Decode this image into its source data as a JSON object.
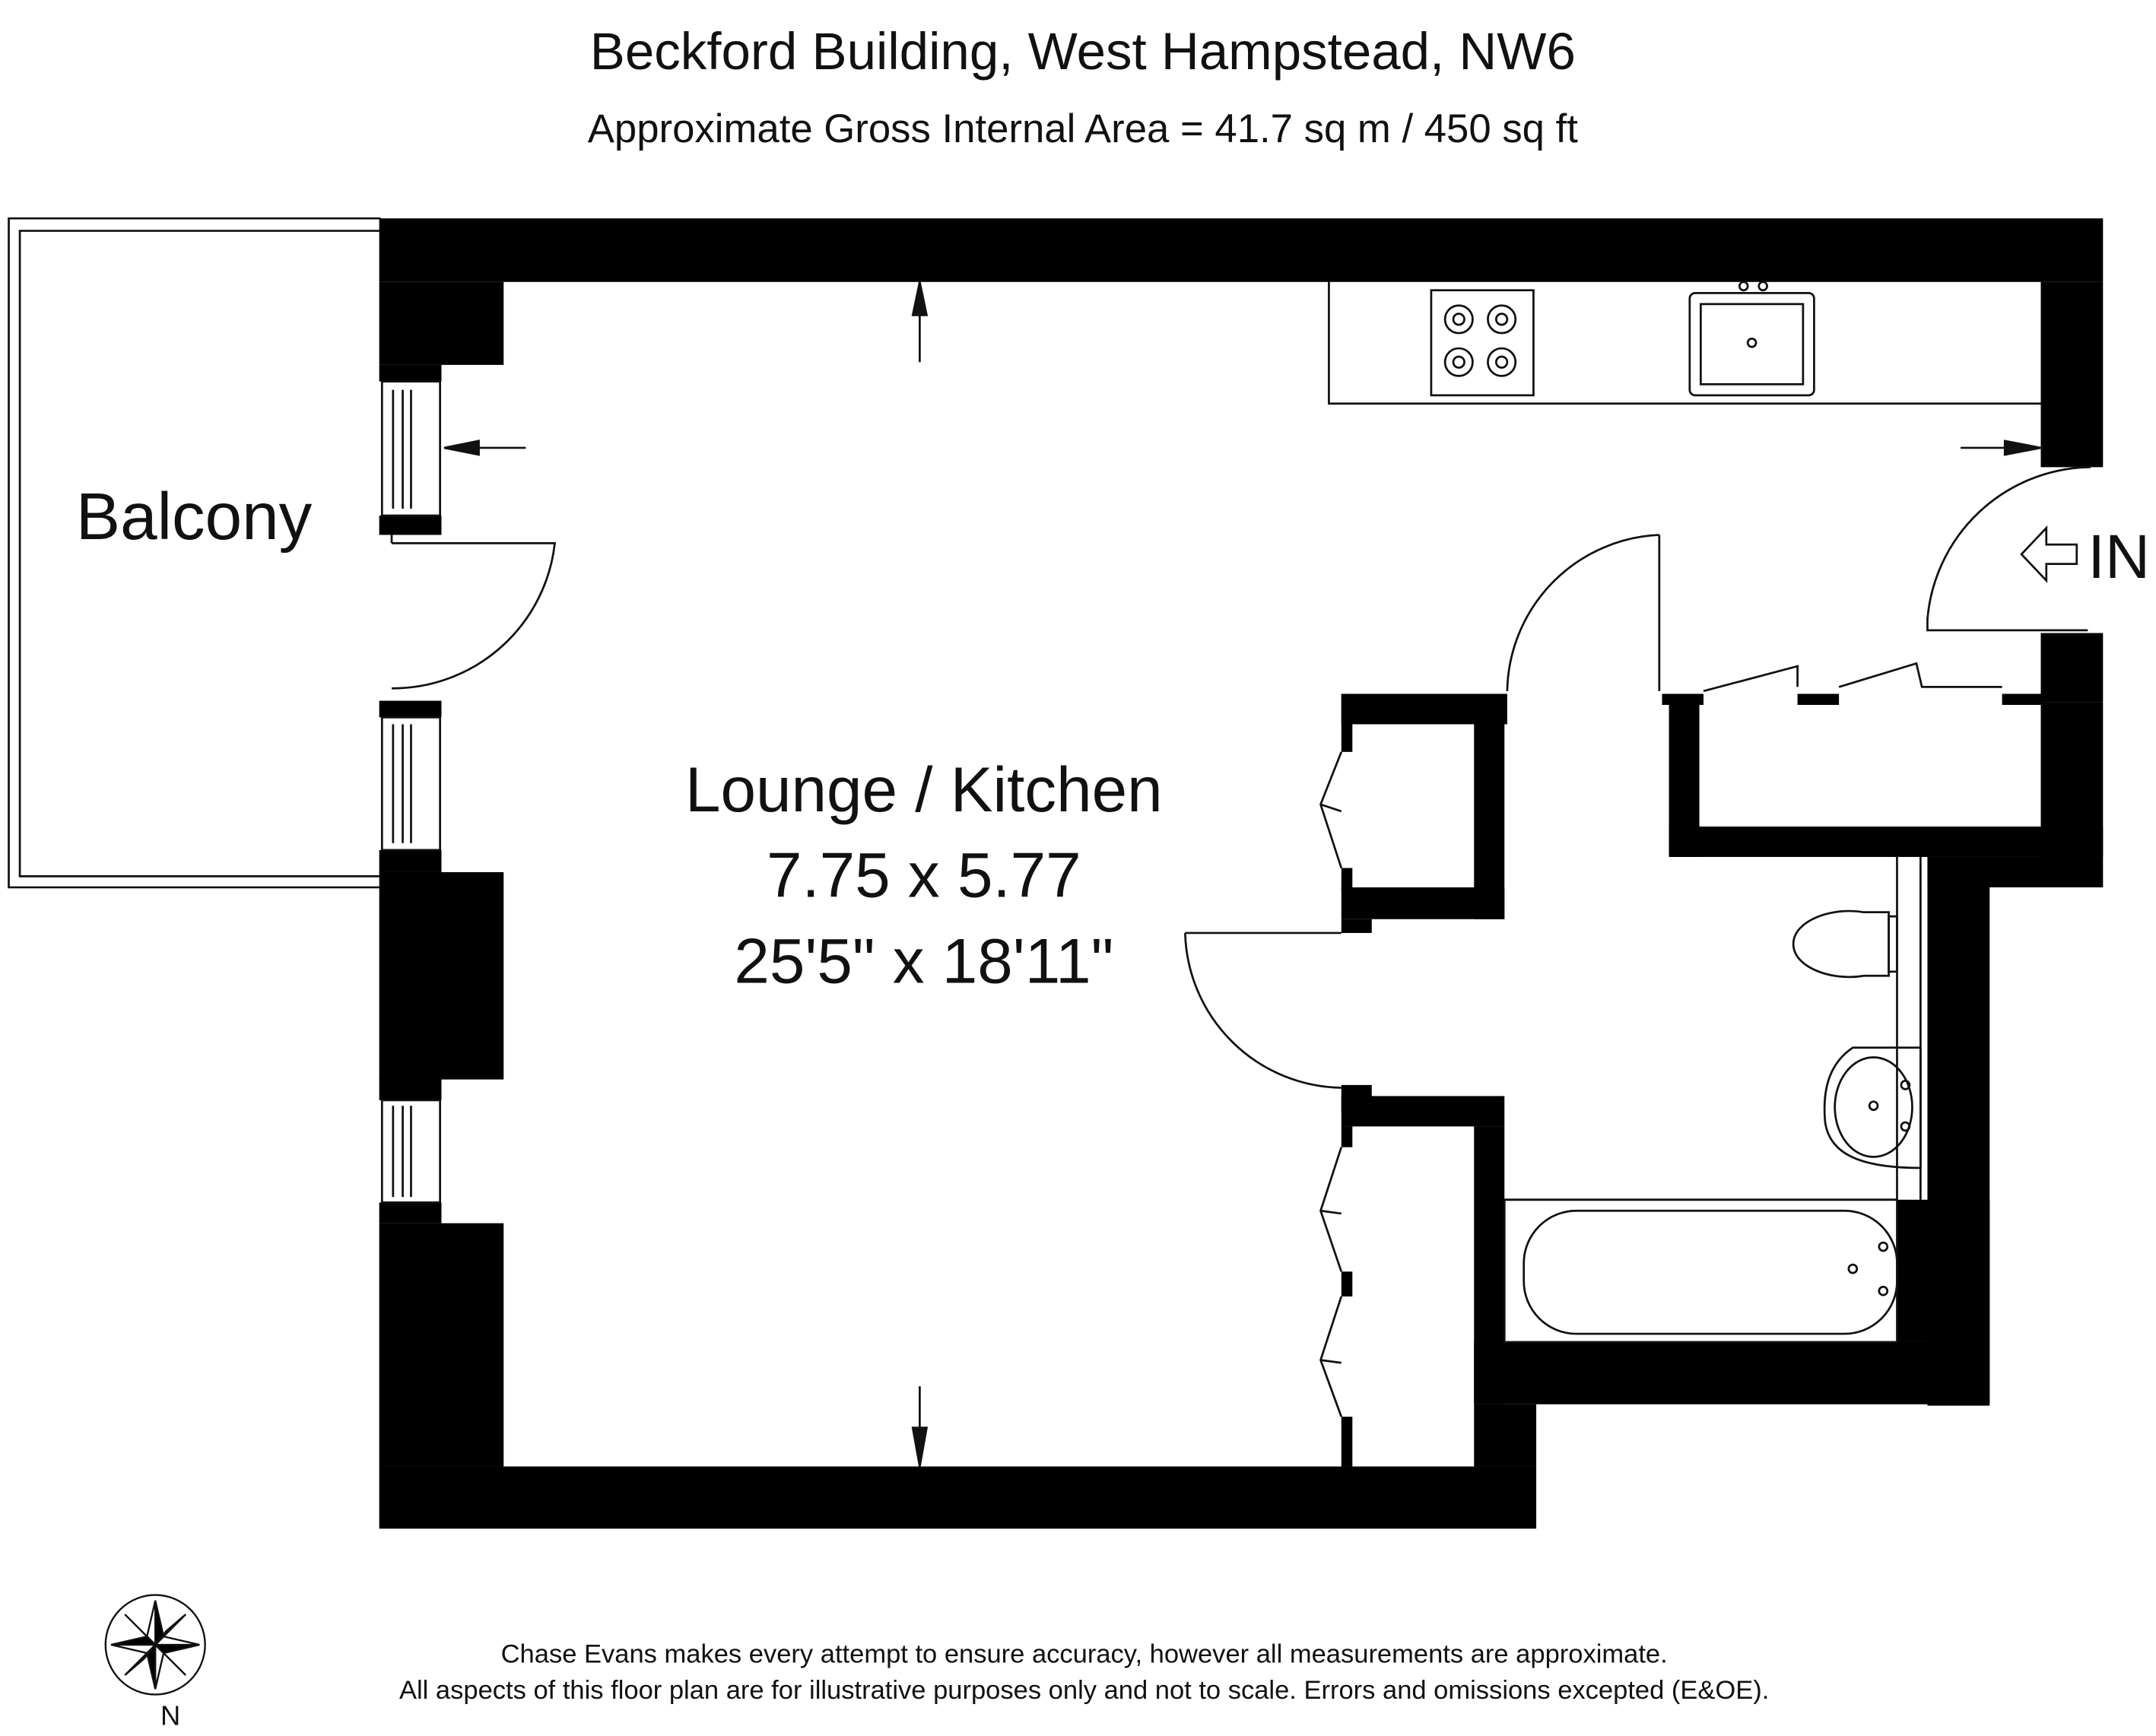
{
  "header": {
    "title": "Beckford Building, West Hampstead, NW6",
    "subtitle": "Approximate Gross Internal Area = 41.7 sq m / 450 sq ft"
  },
  "rooms": {
    "balcony": {
      "label": "Balcony"
    },
    "lounge_kitchen": {
      "label": "Lounge / Kitchen",
      "metric": "7.75 x 5.77",
      "imperial": "25'5\" x 18'11\""
    }
  },
  "entrance": {
    "label": "IN"
  },
  "compass": {
    "label": "N"
  },
  "disclaimer": {
    "line1": "Chase Evans makes every attempt to ensure accuracy, however all measurements are approximate.",
    "line2": "All aspects of this floor plan are for illustrative purposes only and not to scale. Errors and omissions excepted (E&OE)."
  },
  "colors": {
    "wall": "#000000",
    "line": "#111111",
    "background": "#ffffff"
  }
}
